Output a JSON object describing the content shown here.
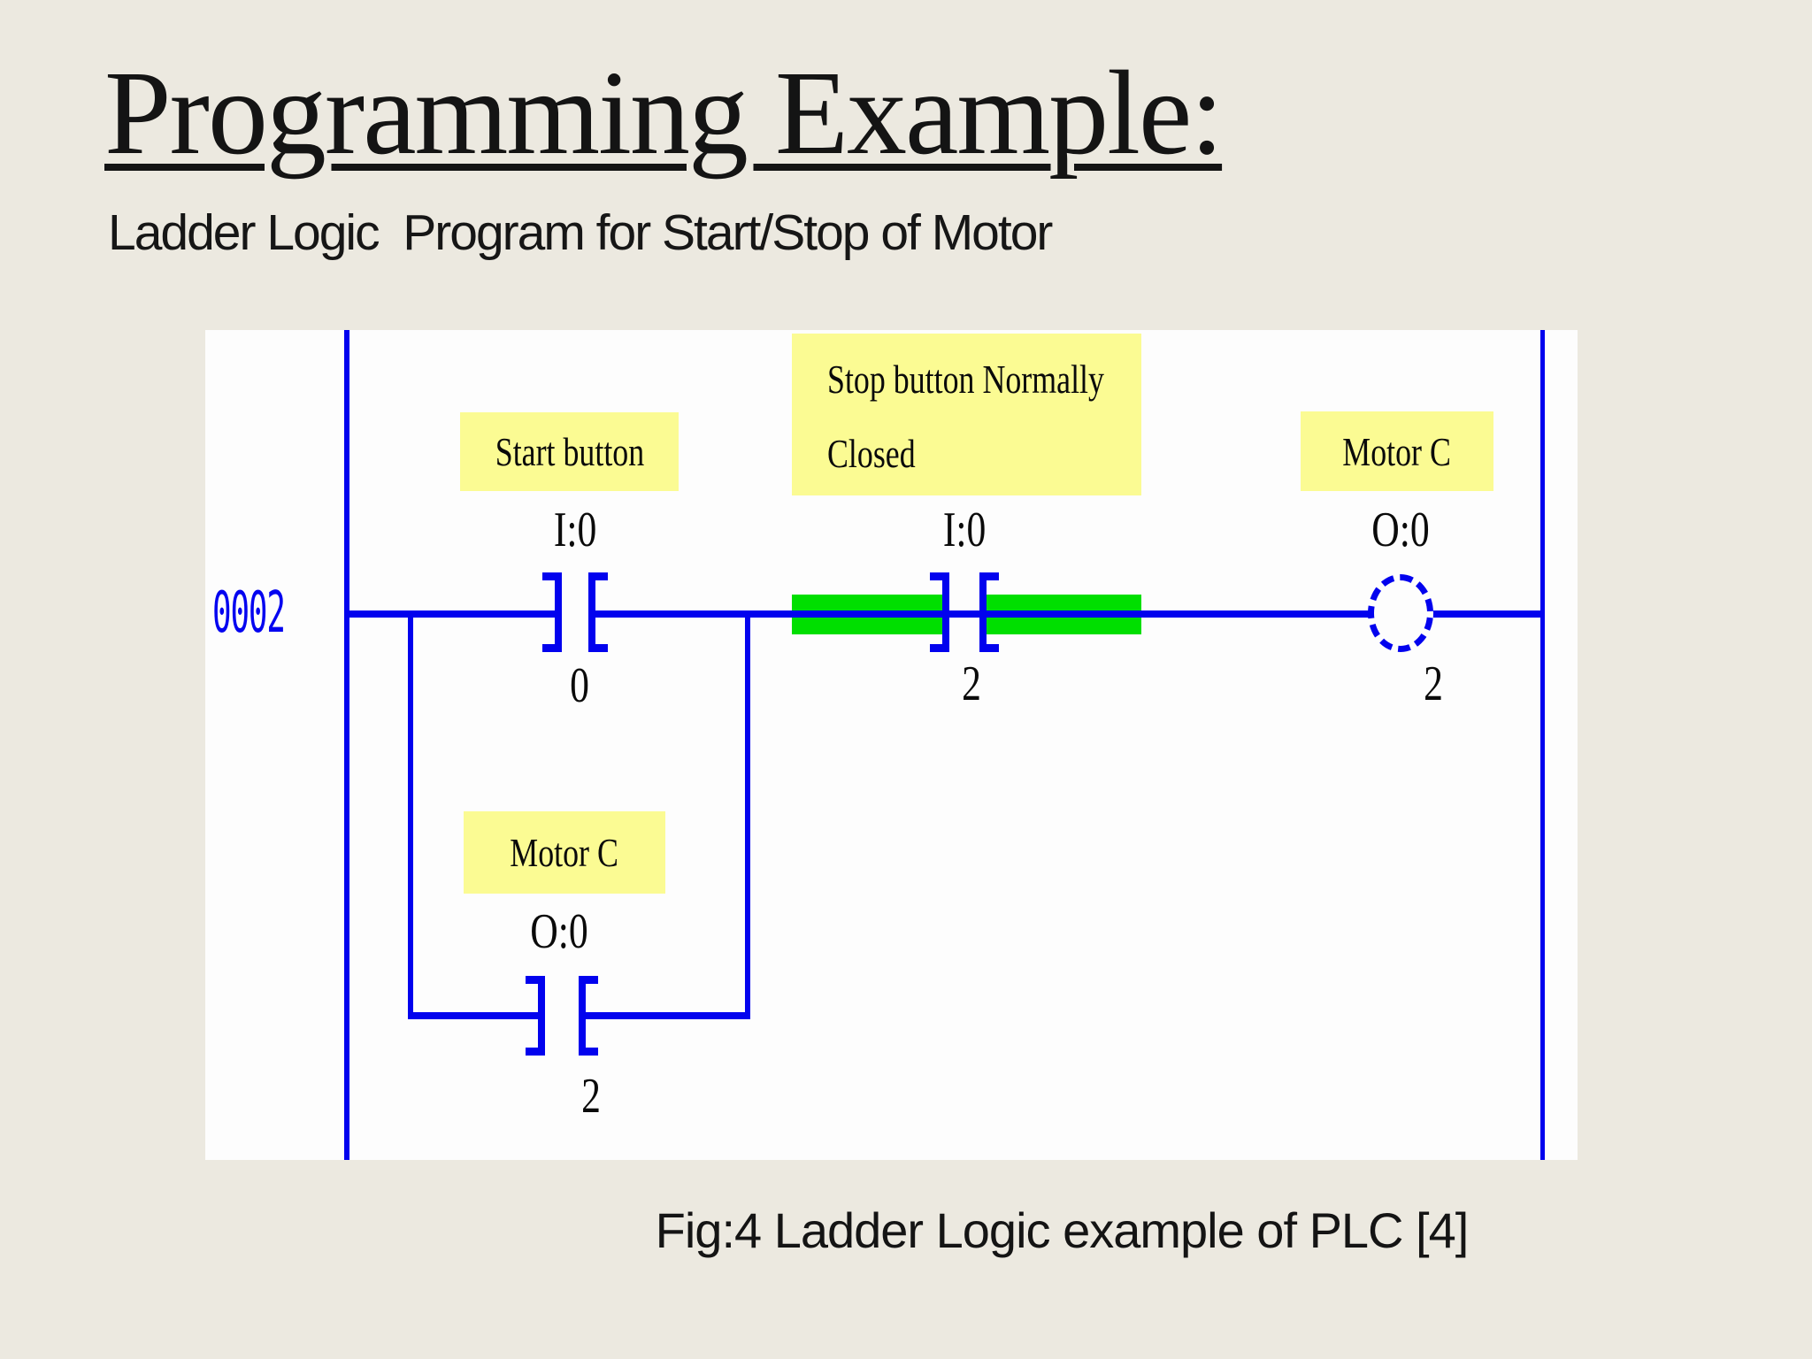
{
  "slide": {
    "title": "Programming Example:",
    "subtitle": "Ladder Logic  Program for Start/Stop of Motor",
    "caption": "Fig:4 Ladder Logic example of PLC [4]"
  },
  "diagram": {
    "rung_number": "0002",
    "start_contact": {
      "label": "Start button",
      "address": "I:0",
      "bit": "0",
      "type": "normally-open contact"
    },
    "stop_contact": {
      "label_line1": "Stop button Normally",
      "label_line2": "Closed",
      "address": "I:0",
      "bit": "2",
      "type": "normally-open contact, highlighted energized"
    },
    "output_coil": {
      "label": "Motor C",
      "address": "O:0",
      "bit": "2",
      "type": "output coil"
    },
    "seal_in_contact": {
      "label": "Motor C",
      "address": "O:0",
      "bit": "2",
      "type": "normally-open contact on parallel branch"
    }
  },
  "colors": {
    "background": "#ece9e0",
    "panel": "#fdfdfd",
    "wire_blue": "#0202ee",
    "highlight_green": "#00df00",
    "label_yellow": "#fbfb93",
    "text_black": "#0a0a0a"
  }
}
